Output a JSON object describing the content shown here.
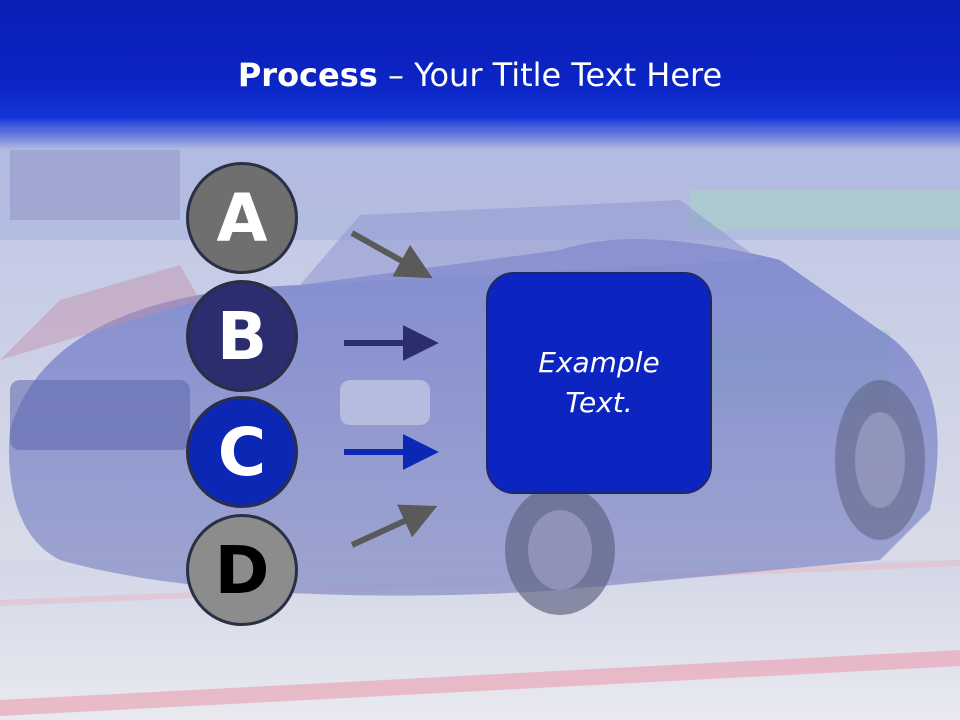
{
  "title": {
    "bold": "Process",
    "rest": " – Your Title Text Here"
  },
  "steps": [
    {
      "letter": "A",
      "color": "#6f6f6f"
    },
    {
      "letter": "B",
      "color": "#2b2d6e"
    },
    {
      "letter": "C",
      "color": "#0c27b4"
    },
    {
      "letter": "D",
      "color": "#8c8c8c"
    }
  ],
  "target": {
    "text": "Example Text."
  },
  "colors": {
    "title_bar": "#0a1fb4",
    "box_fill": "#0c24c0",
    "arrow_gray": "#5a5a5a",
    "arrow_navy": "#2b2d6e",
    "arrow_blue": "#0c27b4"
  },
  "background": "car-showroom-photo"
}
